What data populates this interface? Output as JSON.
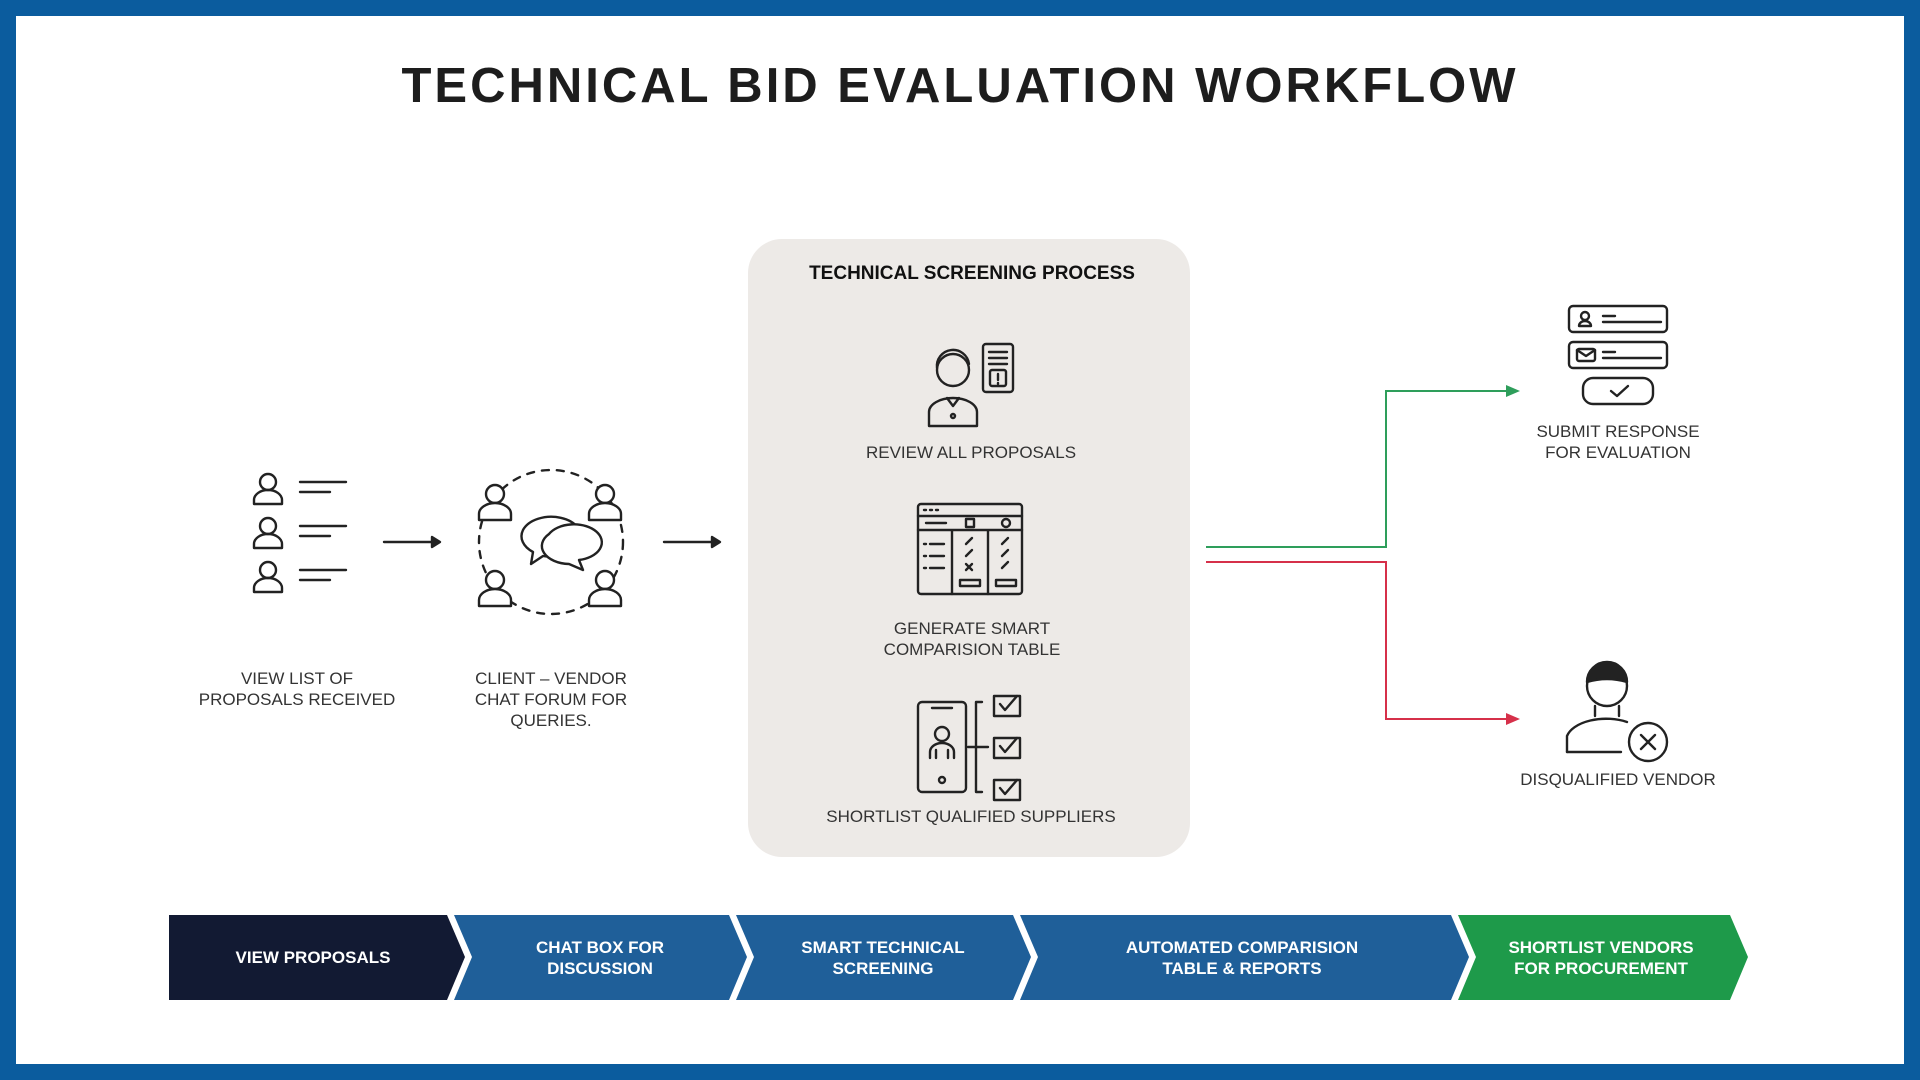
{
  "title": "TECHNICAL BID EVALUATION WORKFLOW",
  "left_steps": [
    {
      "label_lines": [
        "VIEW LIST OF",
        "PROPOSALS RECEIVED"
      ],
      "icon": "people-list-icon"
    },
    {
      "label_lines": [
        "CLIENT – VENDOR",
        "CHAT FORUM FOR",
        "QUERIES."
      ],
      "icon": "chat-forum-icon"
    }
  ],
  "screening": {
    "heading": "TECHNICAL SCREENING PROCESS",
    "items": [
      {
        "label_lines": [
          "REVIEW ALL PROPOSALS"
        ],
        "icon": "reviewer-icon"
      },
      {
        "label_lines": [
          "GENERATE SMART",
          "COMPARISION TABLE"
        ],
        "icon": "comparison-table-icon"
      },
      {
        "label_lines": [
          "SHORTLIST QUALIFIED SUPPLIERS"
        ],
        "icon": "shortlist-icon"
      }
    ]
  },
  "outcomes": [
    {
      "label_lines": [
        "SUBMIT RESPONSE",
        "FOR EVALUATION"
      ],
      "icon": "form-submit-icon",
      "color": "#2e9e5b"
    },
    {
      "label_lines": [
        "DISQUALIFIED VENDOR"
      ],
      "icon": "disqualified-user-icon",
      "color": "#d6304a"
    }
  ],
  "banner": [
    {
      "lines": [
        "VIEW PROPOSALS"
      ],
      "color": "#121a33"
    },
    {
      "lines": [
        "CHAT BOX FOR",
        "DISCUSSION"
      ],
      "color": "#1f5f99"
    },
    {
      "lines": [
        "SMART TECHNICAL",
        "SCREENING"
      ],
      "color": "#1f5f99"
    },
    {
      "lines": [
        "AUTOMATED COMPARISION",
        "TABLE & REPORTS"
      ],
      "color": "#1f5f99"
    },
    {
      "lines": [
        "SHORTLIST VENDORS",
        "FOR PROCUREMENT"
      ],
      "color": "#1e9a4a"
    }
  ]
}
